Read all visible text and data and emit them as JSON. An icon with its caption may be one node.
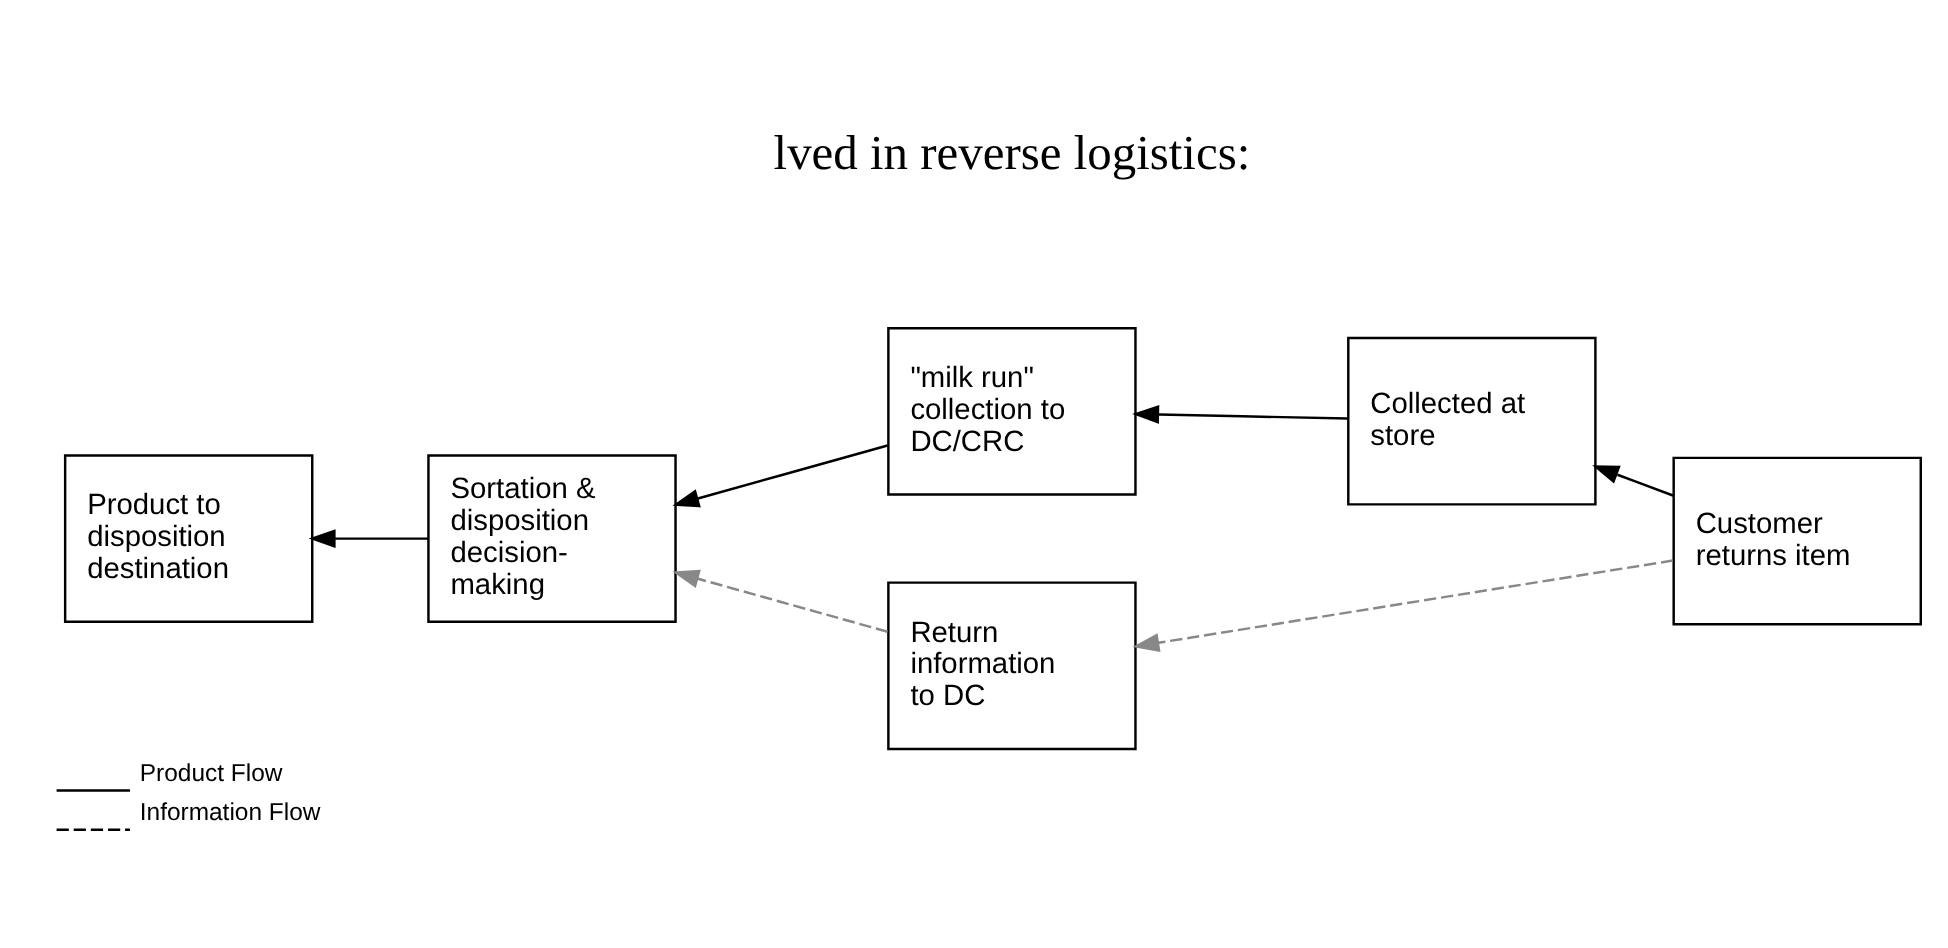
{
  "diagram": {
    "nodes": [
      {
        "text": [
          "Product to disposition destination"
        ]
      },
      {
        "text": [
          "Sortation & disposition decision-making"
        ]
      },
      {
        "text": [
          "\"milk run\" collection to DC/CRC"
        ]
      },
      {
        "text": [
          "Collected at store"
        ]
      },
      {
        "text": [
          "Customer returns item"
        ]
      },
      {
        "text": [
          "Return information to DC"
        ]
      }
    ],
    "edges": [
      {
        "from": 1,
        "to": 0,
        "arrow": "to"
      },
      {
        "from": 2,
        "to": 1,
        "arrow": "to"
      },
      {
        "from": 3,
        "to": 2,
        "arrow": "to"
      },
      {
        "from": 4,
        "to": 3,
        "arrow": "to"
      },
      {
        "from": 4,
        "to": 5,
        "arrow": "to",
        "style": "dashed",
        "color": "#888888"
      },
      {
        "from": 5,
        "to": 1,
        "arrow": "to",
        "style": "dashed",
        "color": "#888888"
      }
    ],
    "labels": [
      "lved in reverse logistics:"
    ],
    "legend": [
      {
        "text": "Product Flow"
      },
      {
        "text": "Information Flow"
      }
    ]
  }
}
